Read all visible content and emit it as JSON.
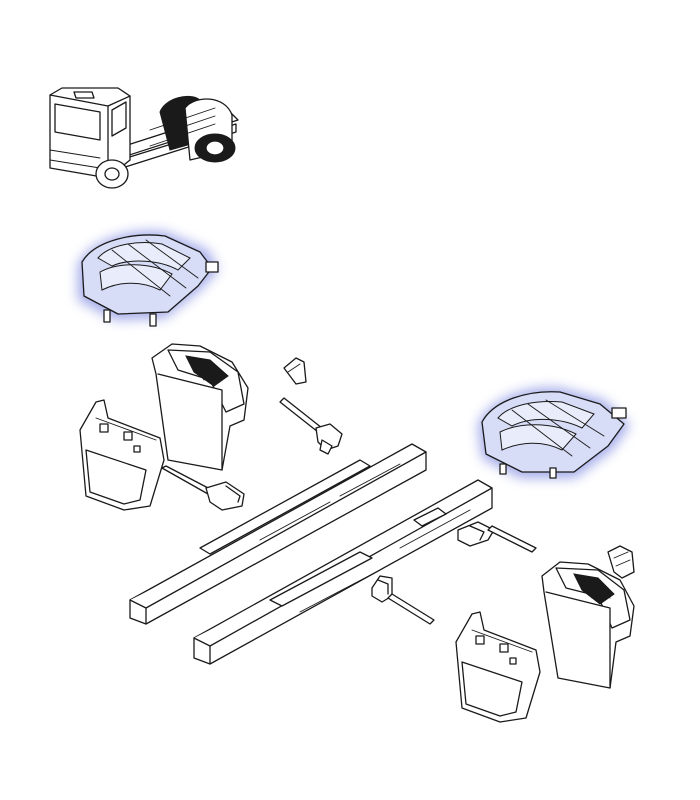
{
  "diagram": {
    "highlight_color": "#5a67d8",
    "line_color": "#1a1a1a",
    "background": "#ffffff",
    "parts": [
      {
        "name": "truck-overview",
        "highlighted": false
      },
      {
        "name": "front-wheel-arch-left",
        "highlighted": true
      },
      {
        "name": "front-wheel-arch-right",
        "highlighted": true
      },
      {
        "name": "rear-wheel-arch-left",
        "highlighted": false
      },
      {
        "name": "rear-wheel-arch-right",
        "highlighted": false
      },
      {
        "name": "mudflap-left",
        "highlighted": false
      },
      {
        "name": "mudflap-right",
        "highlighted": false
      },
      {
        "name": "chassis-rail-left",
        "highlighted": false
      },
      {
        "name": "chassis-rail-right",
        "highlighted": false
      },
      {
        "name": "support-bracket-rods",
        "highlighted": false
      },
      {
        "name": "mounting-clips",
        "highlighted": false
      }
    ]
  }
}
